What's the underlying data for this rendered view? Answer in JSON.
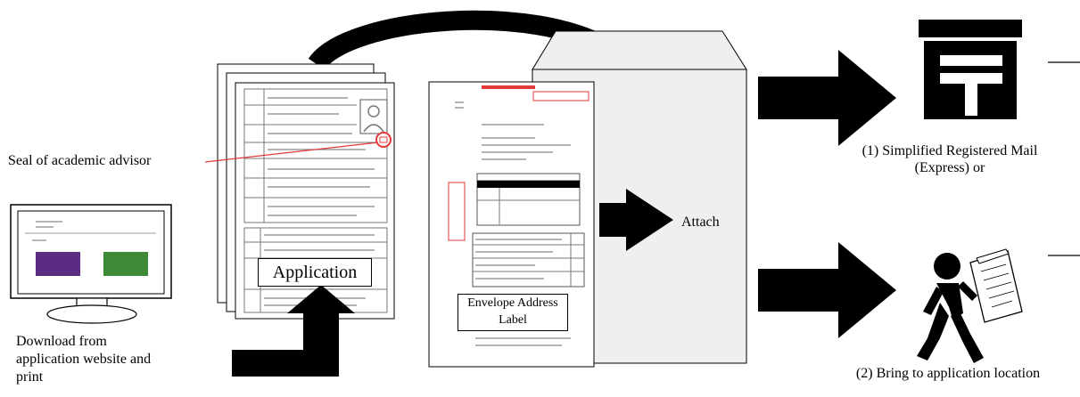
{
  "labels": {
    "seal": "Seal of academic advisor",
    "download": "Download from\napplication website and\nprint",
    "application": "Application",
    "envelope_label": "Envelope Address\nLabel",
    "attach": "Attach",
    "mail": "(1) Simplified Registered Mail\n(Express) or",
    "bring": "(2) Bring to application location"
  },
  "icons": {
    "monitor": "computer-monitor-icon",
    "post": "post-office-mailbox-icon",
    "walk": "walking-person-icon",
    "envelope": "envelope-icon",
    "seal": "seal-stamp-icon"
  },
  "colors": {
    "red": "#e23a3a",
    "purple": "#5b2c83",
    "green": "#3f8a36",
    "envelope_fill": "#efefef"
  }
}
